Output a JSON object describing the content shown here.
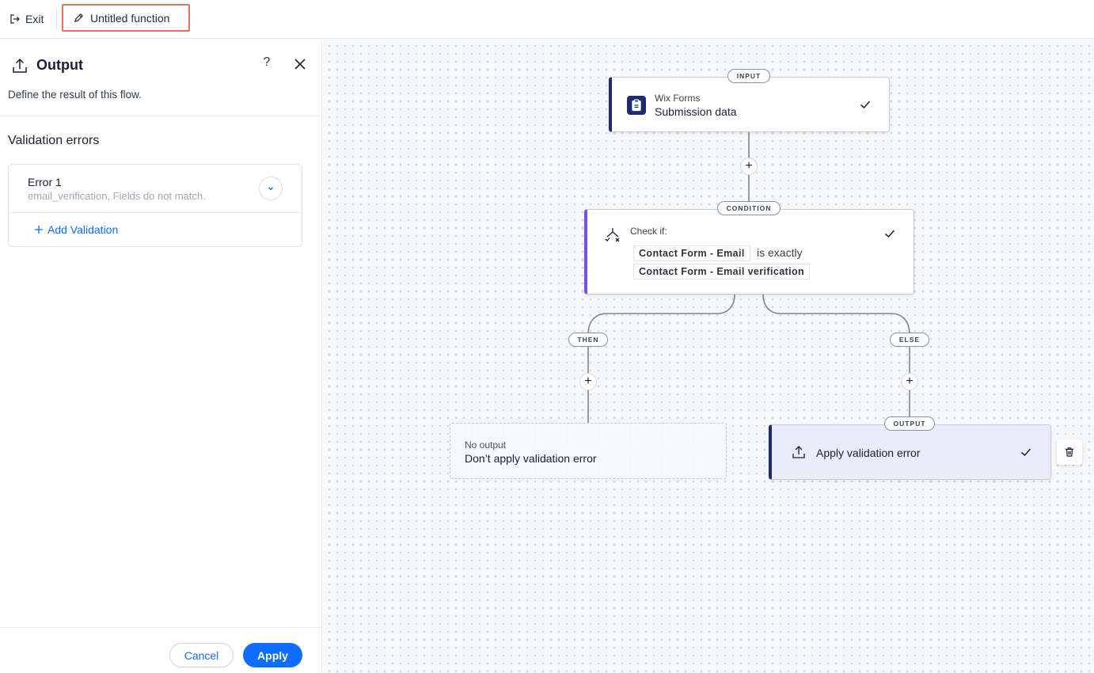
{
  "topbar": {
    "exit_label": "Exit",
    "function_title": "Untitled function"
  },
  "panel": {
    "title": "Output",
    "help_label": "?",
    "description": "Define the result of this flow.",
    "section_title": "Validation errors",
    "errors": [
      {
        "name": "Error 1",
        "detail": "email_verification, Fields do not match."
      }
    ],
    "add_validation_label": "Add Validation",
    "cancel_label": "Cancel",
    "apply_label": "Apply"
  },
  "flow": {
    "input_node": {
      "badge": "INPUT",
      "source": "Wix Forms",
      "title": "Submission data"
    },
    "condition_node": {
      "badge": "CONDITION",
      "label": "Check if:",
      "left_field": "Contact Form - Email",
      "operator": "is exactly",
      "right_field": "Contact Form - Email verification"
    },
    "then_badge": "THEN",
    "else_badge": "ELSE",
    "then_node": {
      "subtitle": "No output",
      "title": "Don’t apply validation error"
    },
    "output_node": {
      "badge": "OUTPUT",
      "title": "Apply validation error"
    },
    "plus_label": "+"
  },
  "colors": {
    "accent": "#116dff",
    "highlight_border": "#e3735e",
    "node_accent": "#1e2a78",
    "condition_accent": "#7d4ee0",
    "output_bg": "#e9edfa"
  },
  "icons": [
    "exit-icon",
    "pencil-icon",
    "output-icon",
    "close-icon",
    "chevron-down-icon",
    "plus-icon",
    "clipboard-icon",
    "checkmark-icon",
    "branch-icon",
    "trash-icon"
  ]
}
